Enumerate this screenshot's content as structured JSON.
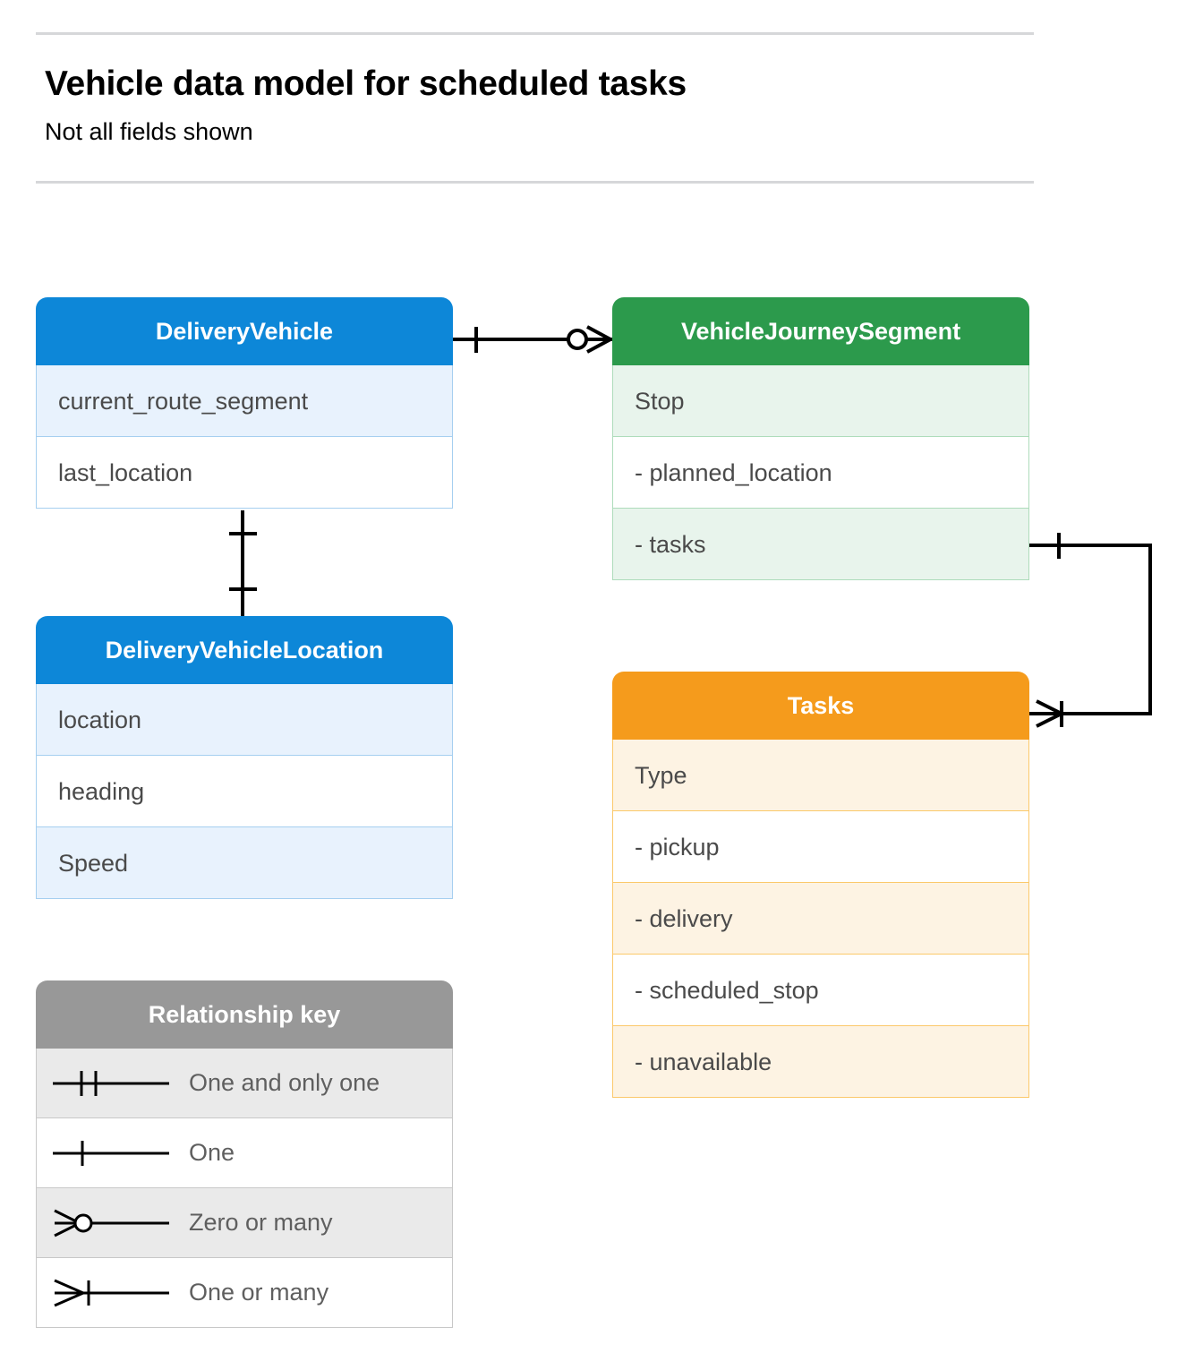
{
  "header": {
    "title": "Vehicle data model for scheduled tasks",
    "subtitle": "Not all fields shown"
  },
  "colors": {
    "blue_header": "#0d87d8",
    "blue_row_alt": "#e8f2fd",
    "blue_border": "#a6cff0",
    "green_header": "#2c9a4c",
    "green_row_alt": "#e8f4ec",
    "green_border": "#aedcbb",
    "orange_header": "#f59b1c",
    "orange_row_alt": "#fdf3e3",
    "orange_border": "#fbc96b",
    "grey_header": "#989898",
    "grey_row_alt": "#eaeaea",
    "grey_border": "#c8c8c8",
    "connector": "#000000",
    "rule": "#d6d7d9",
    "field_text": "#4a4a4a"
  },
  "entities": {
    "delivery_vehicle": {
      "name": "DeliveryVehicle",
      "fields": [
        {
          "label": "current_route_segment"
        },
        {
          "label": "last_location"
        }
      ]
    },
    "vehicle_journey_segment": {
      "name": "VehicleJourneySegment",
      "fields": [
        {
          "label": "Stop"
        },
        {
          "label": "-  planned_location"
        },
        {
          "label": "- tasks"
        }
      ]
    },
    "delivery_vehicle_location": {
      "name": "DeliveryVehicleLocation",
      "fields": [
        {
          "label": "location"
        },
        {
          "label": "heading"
        },
        {
          "label": "Speed"
        }
      ]
    },
    "tasks": {
      "name": "Tasks",
      "fields": [
        {
          "label": "Type"
        },
        {
          "label": "-  pickup"
        },
        {
          "label": "-  delivery"
        },
        {
          "label": "-  scheduled_stop"
        },
        {
          "label": "-  unavailable"
        }
      ]
    }
  },
  "legend": {
    "title": "Relationship key",
    "items": [
      {
        "label": "One and only one",
        "symbol": "one-and-only-one-symbol"
      },
      {
        "label": "One",
        "symbol": "one-symbol"
      },
      {
        "label": "Zero or many",
        "symbol": "zero-or-many-symbol"
      },
      {
        "label": "One or many",
        "symbol": "one-or-many-symbol"
      }
    ]
  },
  "relationships": [
    {
      "from": "DeliveryVehicle",
      "to": "VehicleJourneySegment",
      "from_cardinality": "One",
      "to_cardinality": "Zero or many"
    },
    {
      "from": "DeliveryVehicle",
      "to": "DeliveryVehicleLocation",
      "from_cardinality": "One",
      "to_cardinality": "One"
    },
    {
      "from": "VehicleJourneySegment.tasks",
      "to": "Tasks",
      "from_cardinality": "One",
      "to_cardinality": "One or many"
    }
  ]
}
